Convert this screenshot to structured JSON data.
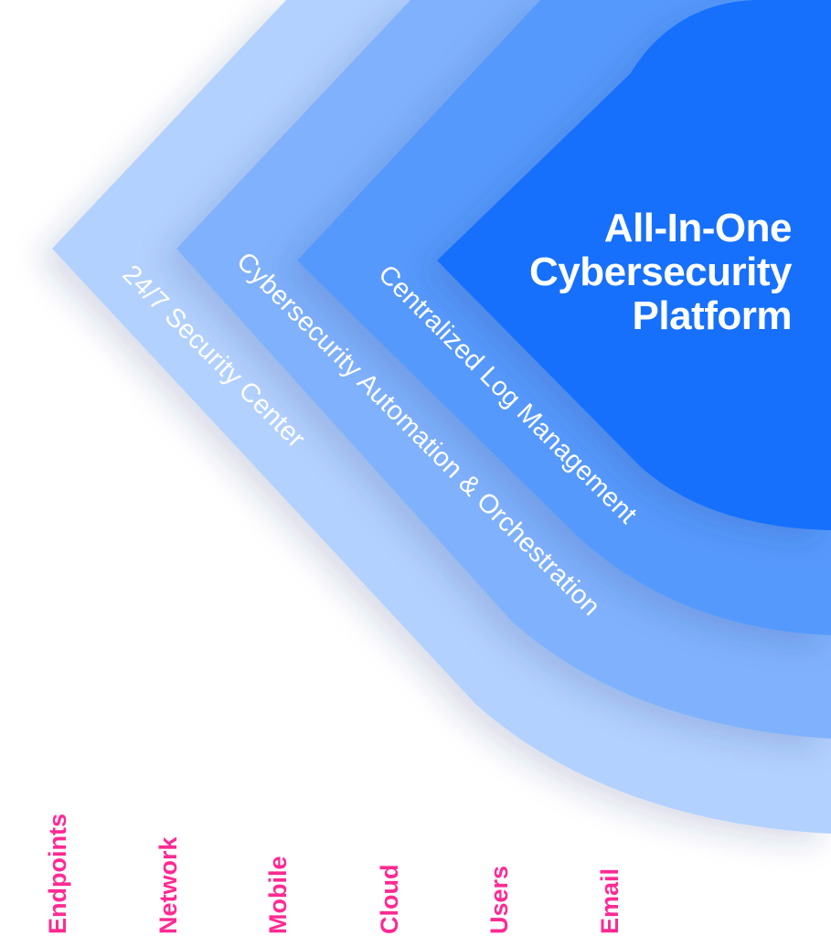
{
  "title": {
    "lines": [
      "All-In-One",
      "Cybersecurity",
      "Platform"
    ]
  },
  "layers": [
    {
      "label": "24/7 Security Center",
      "color": "#b3d1fe"
    },
    {
      "label": "Cybersecurity Automation & Orchestration",
      "color": "#80b1fc"
    },
    {
      "label": "Centralized Log Management",
      "color": "#5699fc"
    },
    {
      "label": "",
      "color": "#1570fc"
    }
  ],
  "endpoints": [
    "Endpoints",
    "Network",
    "Mobile",
    "Cloud",
    "Users",
    "Email"
  ],
  "colors": {
    "line_top": "#1a5cff",
    "line_bottom": "#ff2a93",
    "label": "#ff2a93"
  }
}
